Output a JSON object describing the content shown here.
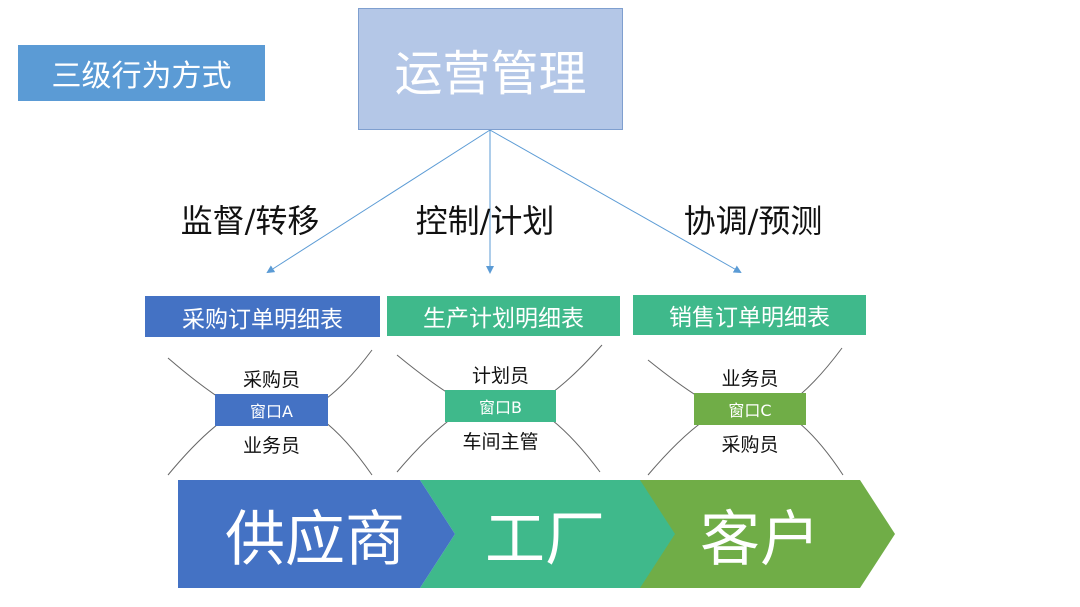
{
  "label": "三级行为方式",
  "top": "运营管理",
  "verbs": [
    "监督/转移",
    "控制/计划",
    "协调/预测"
  ],
  "tables": [
    "采购订单明细表",
    "生产计划明细表",
    "销售订单明细表"
  ],
  "windows": [
    {
      "name": "窗口A",
      "upper": "采购员",
      "lower": "业务员"
    },
    {
      "name": "窗口B",
      "upper": "计划员",
      "lower": "车间主管"
    },
    {
      "name": "窗口C",
      "upper": "业务员",
      "lower": "采购员"
    }
  ],
  "chain": [
    "供应商",
    "工厂",
    "客户"
  ],
  "colors": {
    "blue": "#4472c4",
    "teal": "#3fb98b",
    "green": "#70ad47",
    "top": "#b4c7e7",
    "label": "#5b9bd5"
  }
}
